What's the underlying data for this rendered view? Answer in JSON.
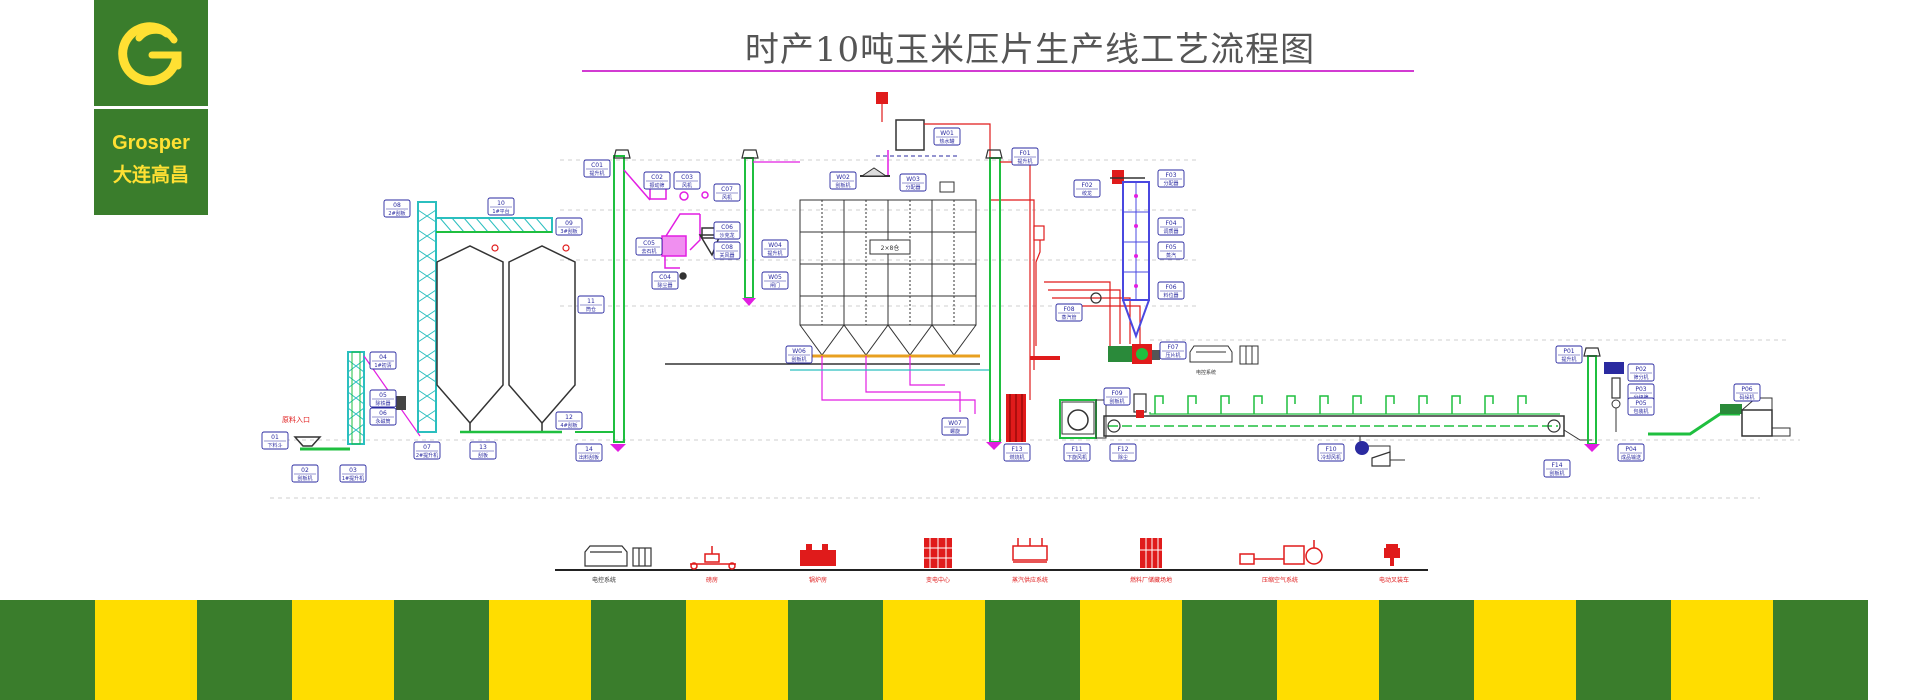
{
  "header": {
    "title": "时产10吨玉米压片生产线工艺流程图"
  },
  "logo": {
    "brand": "Grosper",
    "name_cn": "大连高昌",
    "icon": "gc-monogram-icon"
  },
  "colors": {
    "brand_green": "#3a7d2c",
    "brand_yellow": "#ffdd00",
    "steam_line": "#e01b1b",
    "vapor_line": "#e21ee2",
    "conveyor": "#1fbf3f",
    "structure": "#2bbfbf",
    "bin_tag": "#2a2aa0"
  },
  "diagram": {
    "intake_label": "原料入口",
    "equipment": [
      {
        "code": "01",
        "name": "下料斗"
      },
      {
        "code": "02",
        "name": "刮板机"
      },
      {
        "code": "03",
        "name": "1#提升机"
      },
      {
        "code": "04",
        "name": "1#初清"
      },
      {
        "code": "05",
        "name": "除铁器"
      },
      {
        "code": "06",
        "name": "永磁筒"
      },
      {
        "code": "07",
        "name": "2#提升机"
      },
      {
        "code": "08",
        "name": "2#刮板"
      },
      {
        "code": "09",
        "name": "3#刮板"
      },
      {
        "code": "10",
        "name": "1#平台"
      },
      {
        "code": "11",
        "name": "筒仓"
      },
      {
        "code": "12",
        "name": "4#刮板"
      },
      {
        "code": "13",
        "name": "刮板"
      },
      {
        "code": "14",
        "name": "出料刮板"
      },
      {
        "code": "C01",
        "name": "提升机"
      },
      {
        "code": "C02",
        "name": "振动筛"
      },
      {
        "code": "C03",
        "name": "风机"
      },
      {
        "code": "C04",
        "name": "除尘器"
      },
      {
        "code": "C05",
        "name": "去石机"
      },
      {
        "code": "C06",
        "name": "沙克龙"
      },
      {
        "code": "C07",
        "name": "风机"
      },
      {
        "code": "C08",
        "name": "关风器"
      },
      {
        "code": "W01",
        "name": "热水罐"
      },
      {
        "code": "W02",
        "name": "刮板机"
      },
      {
        "code": "W03",
        "name": "分配器"
      },
      {
        "code": "W04",
        "name": "提升机"
      },
      {
        "code": "W05",
        "name": "闸门"
      },
      {
        "code": "W06",
        "name": "刮板机"
      },
      {
        "code": "W07",
        "name": "螺旋"
      },
      {
        "code": "F01",
        "name": "提升机"
      },
      {
        "code": "F02",
        "name": "绞龙"
      },
      {
        "code": "F03",
        "name": "分配器"
      },
      {
        "code": "F04",
        "name": "调质器"
      },
      {
        "code": "F05",
        "name": "蒸汽"
      },
      {
        "code": "F06",
        "name": "料位器"
      },
      {
        "code": "F07",
        "name": "压片机"
      },
      {
        "code": "F08",
        "name": "蒸汽管"
      },
      {
        "code": "F09",
        "name": "刮板机"
      },
      {
        "code": "F10",
        "name": "冷却风机"
      },
      {
        "code": "F11",
        "name": "下旋风机"
      },
      {
        "code": "F12",
        "name": "除尘"
      },
      {
        "code": "F13",
        "name": "燃烧机"
      },
      {
        "code": "F14",
        "name": "刮板机"
      },
      {
        "code": "P01",
        "name": "提升机"
      },
      {
        "code": "P02",
        "name": "筛分机"
      },
      {
        "code": "P03",
        "name": "分级筛"
      },
      {
        "code": "P04",
        "name": "成品输送"
      },
      {
        "code": "P05",
        "name": "包装机"
      },
      {
        "code": "P06",
        "name": "码垛机"
      }
    ],
    "bin_tag": "2×8仓",
    "side_label": "电控系统"
  },
  "legend": {
    "items": [
      {
        "label": "电控系统",
        "icon": "control-room-icon"
      },
      {
        "label": "磅房",
        "icon": "scale-icon"
      },
      {
        "label": "锅炉房",
        "icon": "boiler-icon"
      },
      {
        "label": "变电中心",
        "icon": "substation-icon"
      },
      {
        "label": "蒸汽供应系统",
        "icon": "steam-supply-icon"
      },
      {
        "label": "燃料厂储藏场地",
        "icon": "fuel-storage-icon"
      },
      {
        "label": "压缩空气系统",
        "icon": "compressed-air-icon"
      },
      {
        "label": "电动叉装车",
        "icon": "forklift-icon"
      }
    ]
  }
}
